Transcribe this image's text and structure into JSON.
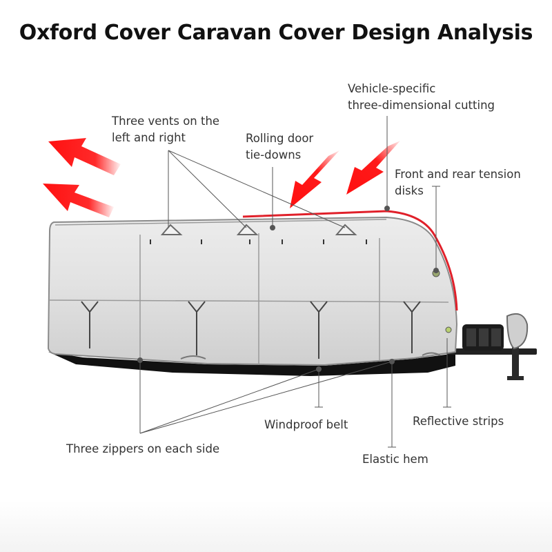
{
  "title": "Oxford Cover Caravan Cover Design Analysis",
  "colors": {
    "arrow_red": "#ff1a1a",
    "cover_silver": "#d9d9d9",
    "cover_edge": "#8a8a8a",
    "hem_black": "#111111",
    "reflective_strip": "#e0202a",
    "leader_line": "#555555"
  },
  "labels": {
    "vents": [
      "Three vents on the",
      "left and right"
    ],
    "rolling_door": [
      "Rolling door",
      "tie-downs"
    ],
    "cutting": [
      "Vehicle-specific",
      "three-dimensional cutting"
    ],
    "tension_disks": [
      "Front and rear tension",
      "disks"
    ],
    "zippers": [
      "Three zippers on each side"
    ],
    "windproof_belt": [
      "Windproof belt"
    ],
    "reflective_strips": [
      "Reflective strips"
    ],
    "elastic_hem": [
      "Elastic hem"
    ]
  }
}
